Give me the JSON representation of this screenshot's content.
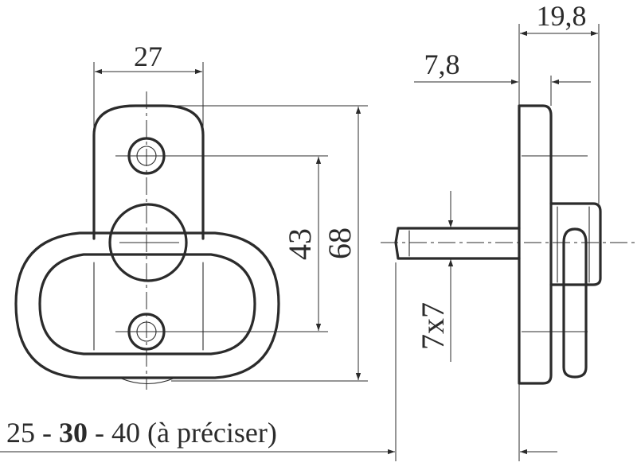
{
  "dimensions": {
    "width_top": "27",
    "hole_spacing": "43",
    "total_height": "68",
    "side_plate": "7,8",
    "side_total": "19,8",
    "pin_size": "7x7"
  },
  "caption": {
    "part1": "25 - ",
    "part2": "30",
    "part3": " - 40 (à préciser)"
  }
}
